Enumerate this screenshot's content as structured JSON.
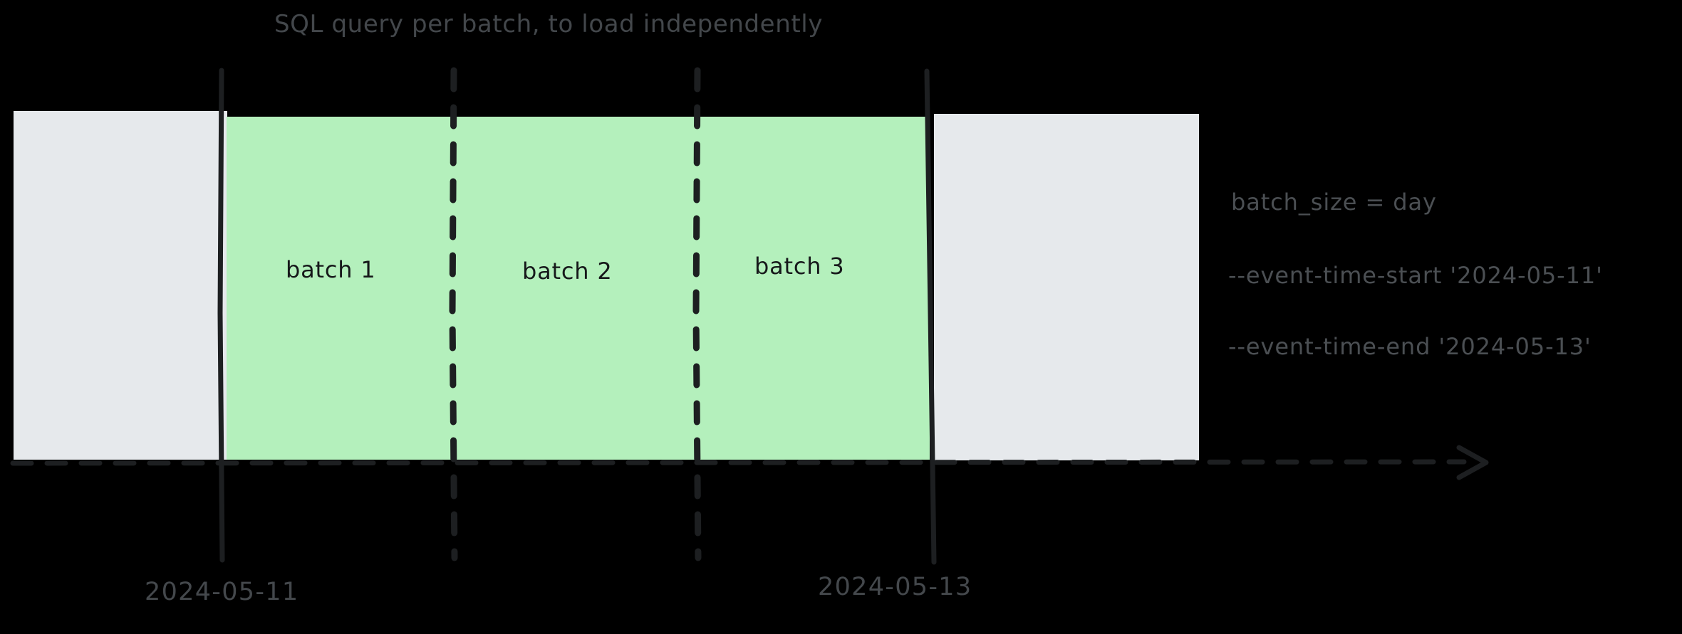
{
  "diagram": {
    "title": "SQL query per batch, to load independently",
    "background_color": "#000000",
    "batch_fill_color": "#b4f0bc",
    "outside_fill_color": "#e6e9ec",
    "ink_color": "#1d1f21",
    "muted_text_color": "#4a4e52",
    "batches": [
      {
        "label": "batch 1"
      },
      {
        "label": "batch 2"
      },
      {
        "label": "batch 3"
      }
    ],
    "axis": {
      "start_date_label": "2024-05-11",
      "end_date_label": "2024-05-13",
      "arrow": "right-arrow-icon"
    },
    "annotations": [
      "batch_size = day",
      "--event-time-start '2024-05-11'",
      "--event-time-end '2024-05-13'"
    ]
  }
}
